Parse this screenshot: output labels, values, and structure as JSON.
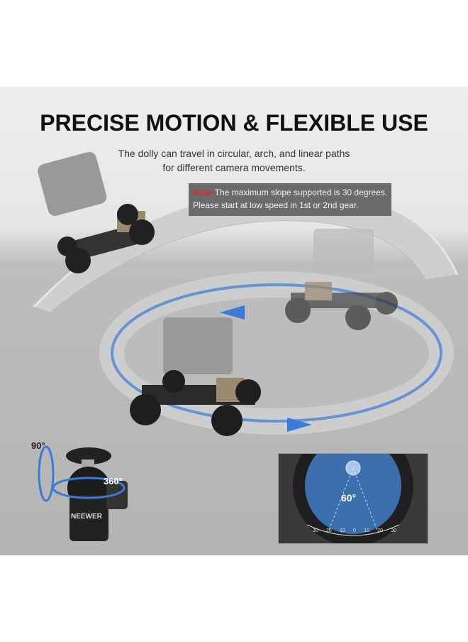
{
  "headline": "PRECISE MOTION & FLEXIBLE USE",
  "subtitle_lines": [
    "The dolly can travel in circular, arch, and linear paths",
    "for different camera movements."
  ],
  "note": {
    "label": "Note:",
    "line1": "The maximum slope supported is 30 degrees.",
    "line2": "Please start at low speed in 1st or 2nd gear."
  },
  "ball_head": {
    "tilt_label": "90°",
    "pan_label": "360°",
    "brand": "NEEWER"
  },
  "inset": {
    "angle_label": "60°",
    "scale": [
      "30",
      "20",
      "10",
      "0",
      "10",
      "20",
      "30"
    ]
  },
  "colors": {
    "accent_blue": "#3a7bd5",
    "note_label": "#e0262b",
    "note_bg": "#6b6b6b"
  }
}
